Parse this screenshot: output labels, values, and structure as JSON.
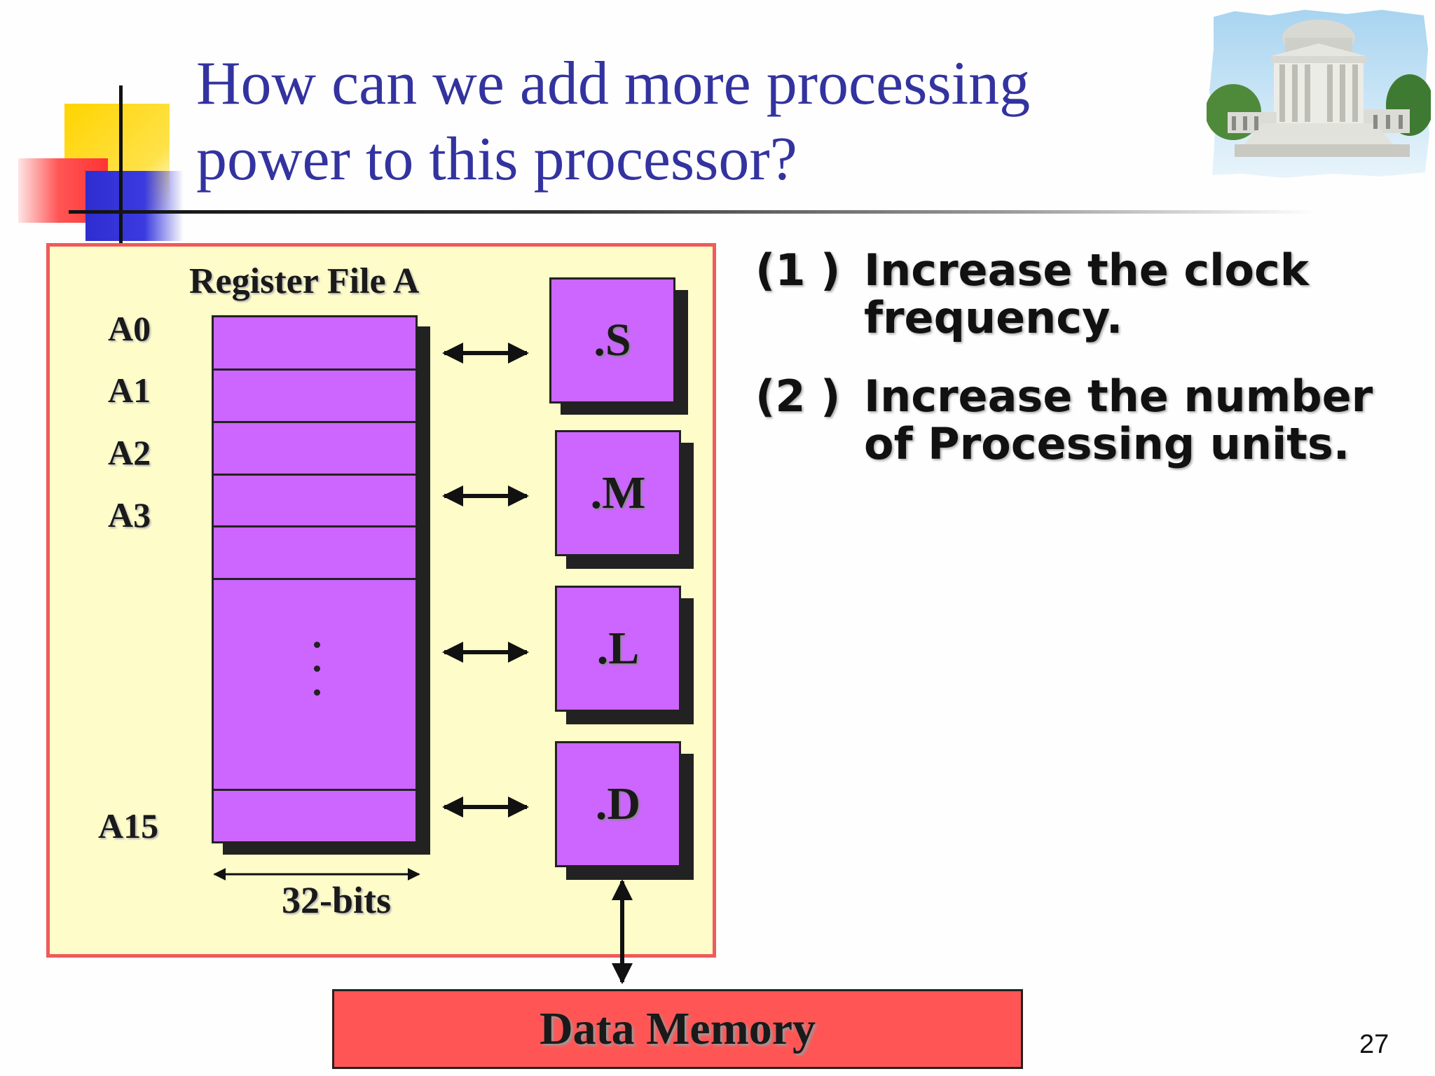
{
  "slide": {
    "title_line1": "How can we add more processing",
    "title_line2": "power to this processor?",
    "page_number": "27"
  },
  "diagram": {
    "register_file_title": "Register File A",
    "registers": [
      "A0",
      "A1",
      "A2",
      "A3"
    ],
    "last_register": "A15",
    "width_label": "32-bits",
    "units": [
      ".S",
      ".M",
      ".L",
      ".D"
    ],
    "memory_label": "Data Memory",
    "colors": {
      "register_fill": "#cc66ff",
      "unit_fill": "#cc66ff",
      "panel_fill": "#fefcc8",
      "panel_border": "#ef5a5a",
      "memory_fill": "#ff5555",
      "title_color": "#3333a0"
    }
  },
  "points": [
    {
      "number": "(1 )",
      "text": "Increase the clock frequency."
    },
    {
      "number": "(2 )",
      "text": "Increase the number of Processing units."
    }
  ],
  "icons": {
    "building_image": "building-photo-icon"
  }
}
